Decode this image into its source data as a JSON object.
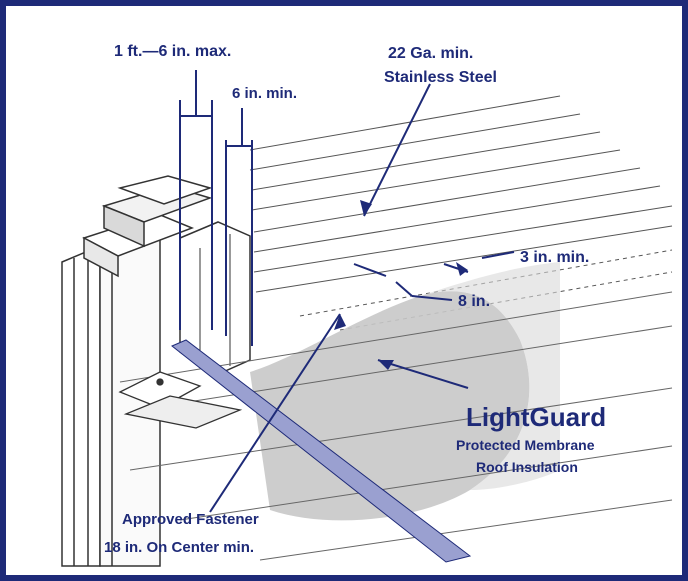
{
  "colors": {
    "accent": "#1e2a78",
    "line": "#333333",
    "membrane": "#c8c8c8",
    "edge_strip": "#9aa0d0"
  },
  "labels": {
    "dim_max": "1 ft.—6 in. max.",
    "dim_min6": "6 in. min.",
    "steel_1": "22 Ga. min.",
    "steel_2": "Stainless Steel",
    "dim_3in": "3 in. min.",
    "dim_8in": "8 in.",
    "brand": "LightGuard",
    "brand_sub1": "Protected Membrane",
    "brand_sub2": "Roof Insulation",
    "fastener_1": "Approved Fastener",
    "fastener_2": "18 in. On Center min."
  }
}
